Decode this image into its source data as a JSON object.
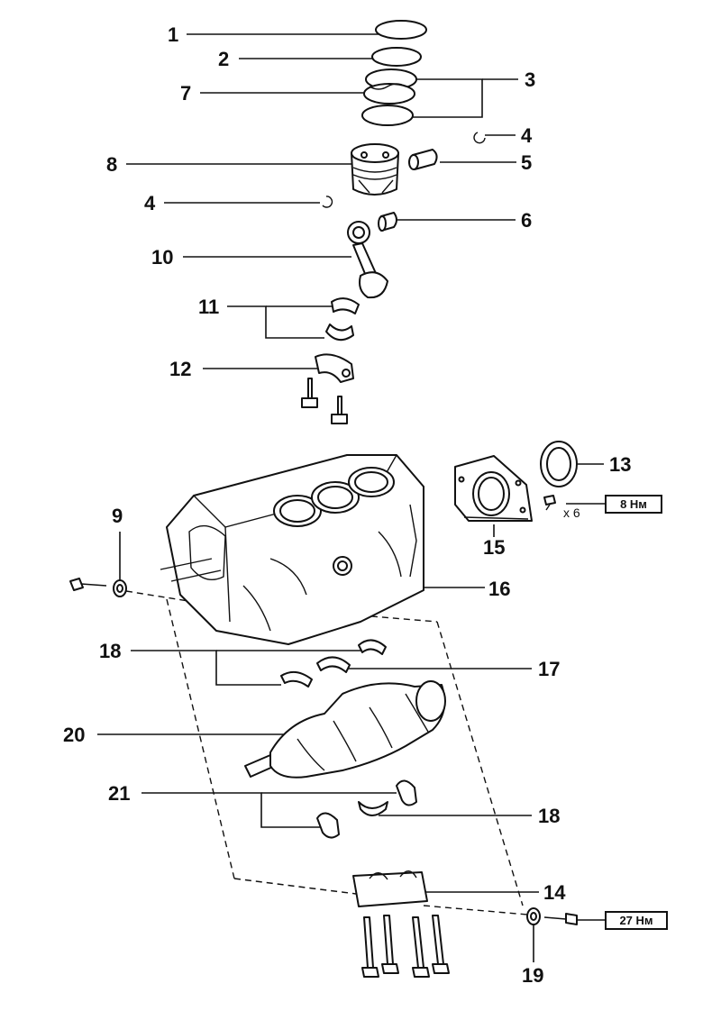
{
  "callouts": [
    {
      "id": "c1",
      "label": "1"
    },
    {
      "id": "c2",
      "label": "2"
    },
    {
      "id": "c3",
      "label": "3"
    },
    {
      "id": "c4a",
      "label": "4"
    },
    {
      "id": "c4b",
      "label": "4"
    },
    {
      "id": "c5",
      "label": "5"
    },
    {
      "id": "c6",
      "label": "6"
    },
    {
      "id": "c7",
      "label": "7"
    },
    {
      "id": "c8",
      "label": "8"
    },
    {
      "id": "c9",
      "label": "9"
    },
    {
      "id": "c10",
      "label": "10"
    },
    {
      "id": "c11",
      "label": "11"
    },
    {
      "id": "c12",
      "label": "12"
    },
    {
      "id": "c13",
      "label": "13"
    },
    {
      "id": "c14",
      "label": "14"
    },
    {
      "id": "c15",
      "label": "15"
    },
    {
      "id": "c16",
      "label": "16"
    },
    {
      "id": "c17",
      "label": "17"
    },
    {
      "id": "c18a",
      "label": "18"
    },
    {
      "id": "c18b",
      "label": "18"
    },
    {
      "id": "c19",
      "label": "19"
    },
    {
      "id": "c20",
      "label": "20"
    },
    {
      "id": "c21",
      "label": "21"
    }
  ],
  "torques": {
    "seal_bolts": "8 Нм",
    "seal_bolts_count": "x 6",
    "cap_bolt": "27 Нм"
  }
}
